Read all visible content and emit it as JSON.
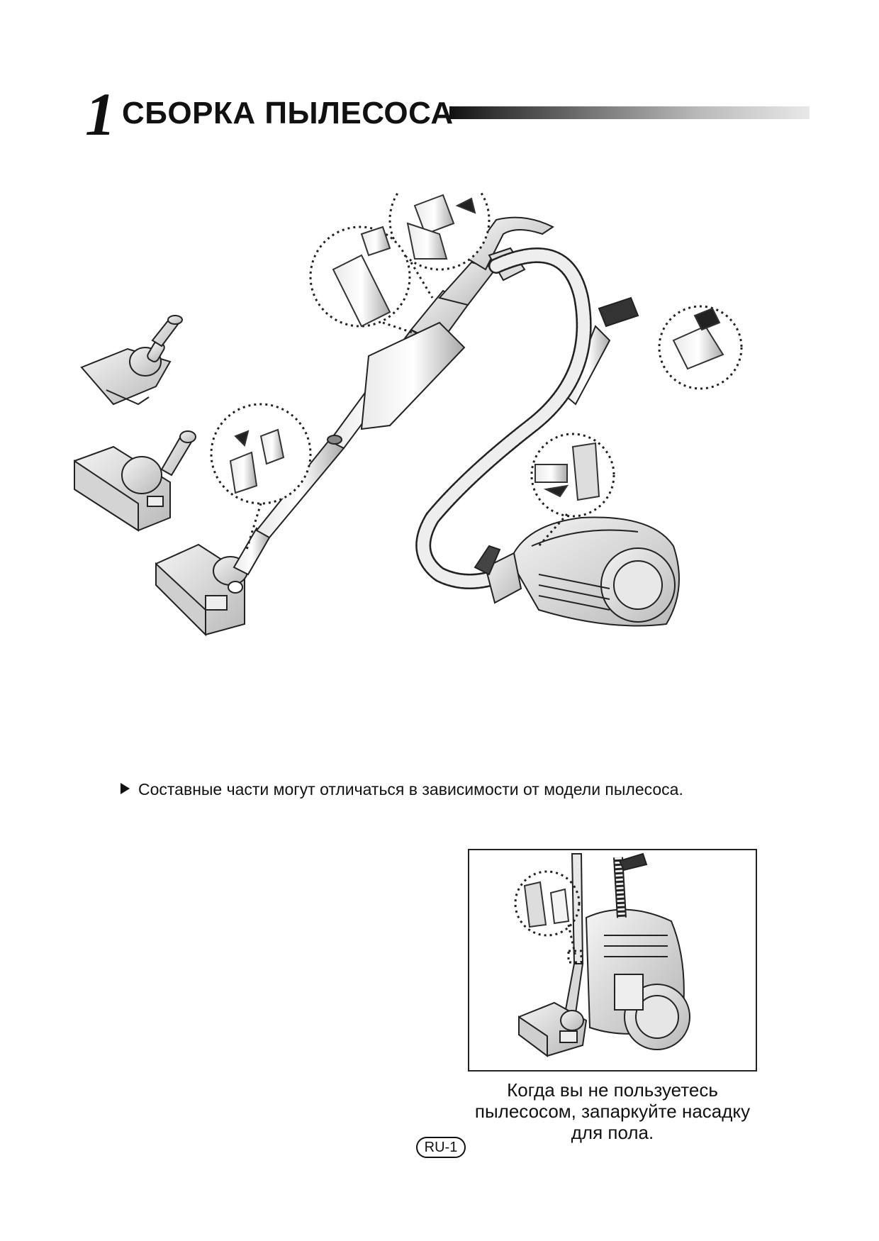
{
  "header": {
    "chapter_number": "1",
    "title": "СБОРКА ПЫЛЕСОСА"
  },
  "note": {
    "text": "Составные части могут отличаться в зависимости от модели пылесоса."
  },
  "parking": {
    "caption_lines": [
      "Когда вы не пользуетесь",
      "пылесосом, запаркуйте насадку",
      "для пола."
    ]
  },
  "footer": {
    "page_number": "RU-1"
  }
}
